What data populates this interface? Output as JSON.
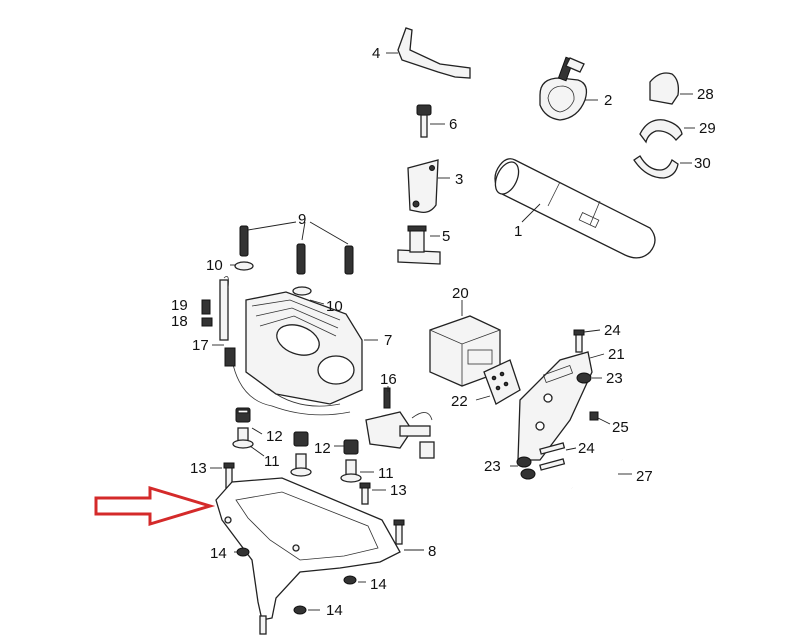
{
  "figure": {
    "callouts": [
      {
        "id": "c1",
        "text": "1"
      },
      {
        "id": "c2",
        "text": "2"
      },
      {
        "id": "c3",
        "text": "3"
      },
      {
        "id": "c4",
        "text": "4"
      },
      {
        "id": "c5",
        "text": "5"
      },
      {
        "id": "c6",
        "text": "6"
      },
      {
        "id": "c7",
        "text": "7"
      },
      {
        "id": "c8",
        "text": "8"
      },
      {
        "id": "c9",
        "text": "9"
      },
      {
        "id": "c10a",
        "text": "10"
      },
      {
        "id": "c10b",
        "text": "10"
      },
      {
        "id": "c11a",
        "text": "11"
      },
      {
        "id": "c11b",
        "text": "11"
      },
      {
        "id": "c12a",
        "text": "12"
      },
      {
        "id": "c12b",
        "text": "12"
      },
      {
        "id": "c13a",
        "text": "13"
      },
      {
        "id": "c13b",
        "text": "13"
      },
      {
        "id": "c14a",
        "text": "14"
      },
      {
        "id": "c14b",
        "text": "14"
      },
      {
        "id": "c14c",
        "text": "14"
      },
      {
        "id": "c16",
        "text": "16"
      },
      {
        "id": "c17",
        "text": "17"
      },
      {
        "id": "c18",
        "text": "18"
      },
      {
        "id": "c19",
        "text": "19"
      },
      {
        "id": "c20",
        "text": "20"
      },
      {
        "id": "c21",
        "text": "21"
      },
      {
        "id": "c22",
        "text": "22"
      },
      {
        "id": "c23a",
        "text": "23"
      },
      {
        "id": "c23b",
        "text": "23"
      },
      {
        "id": "c24a",
        "text": "24"
      },
      {
        "id": "c24b",
        "text": "24"
      },
      {
        "id": "c25",
        "text": "25"
      },
      {
        "id": "c27",
        "text": "27"
      },
      {
        "id": "c28",
        "text": "28"
      },
      {
        "id": "c29",
        "text": "29"
      },
      {
        "id": "c30",
        "text": "30"
      }
    ],
    "arrow_color": "#d42a2a"
  }
}
